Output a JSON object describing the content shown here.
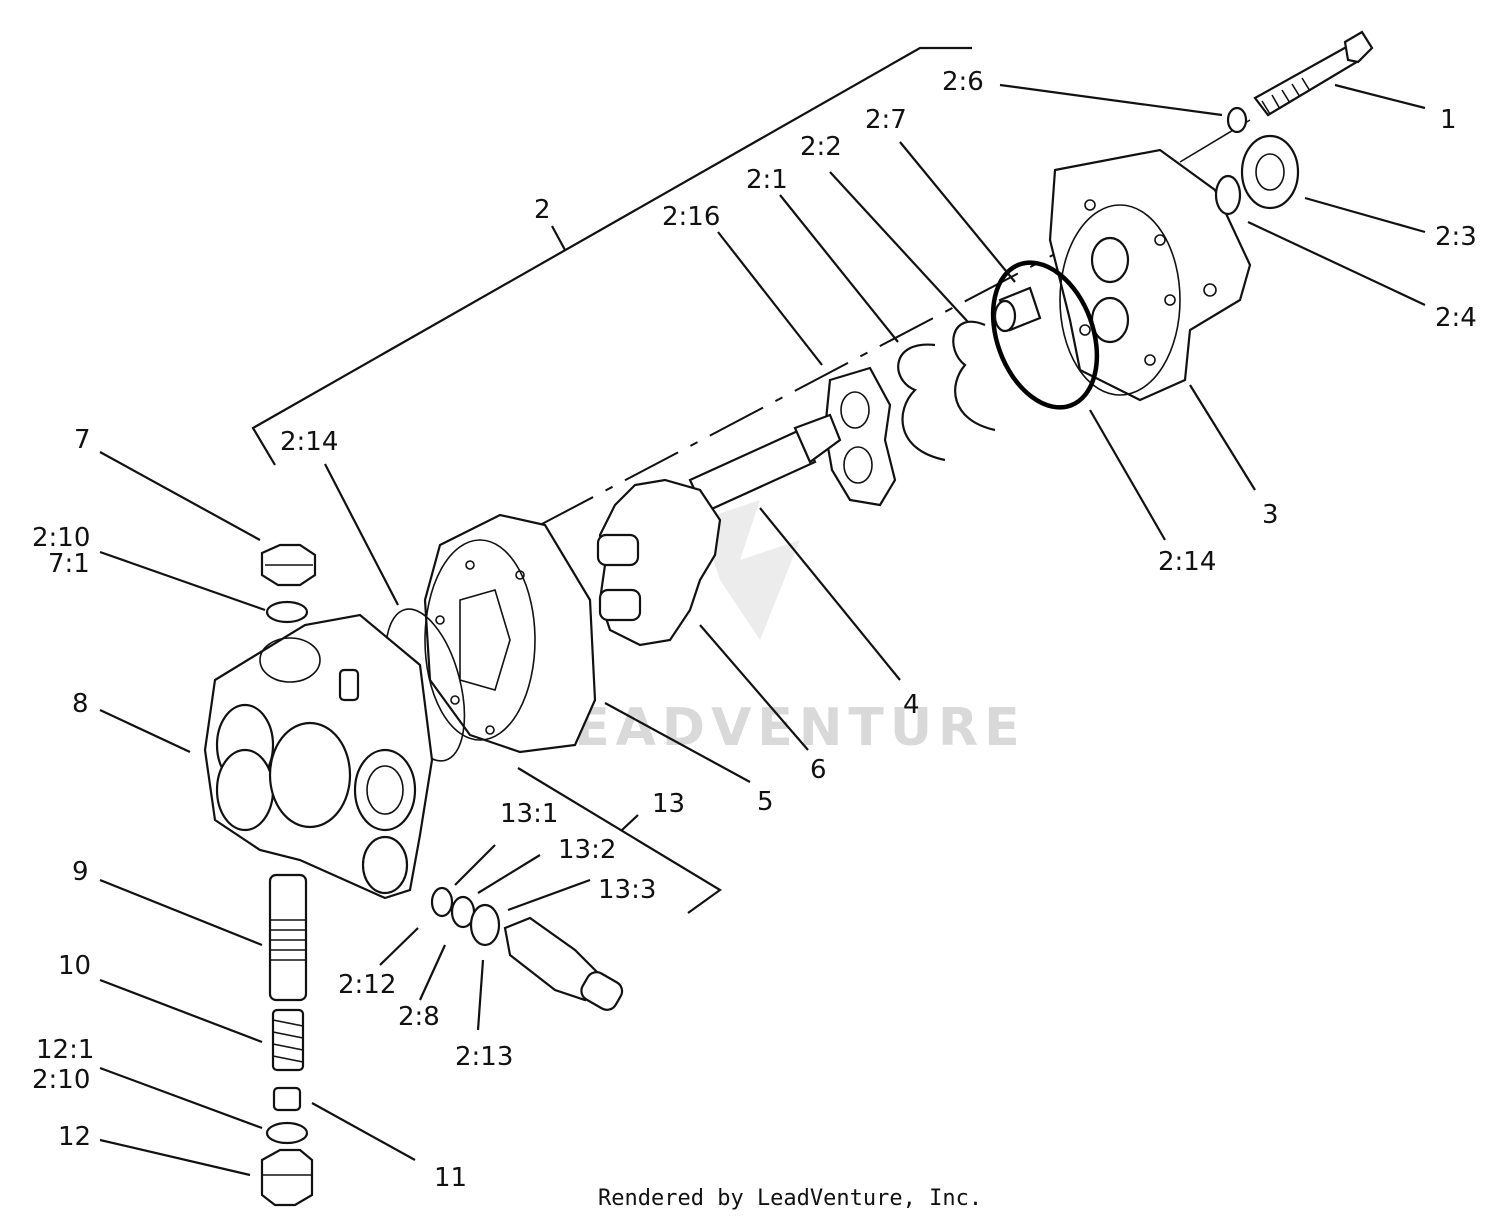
{
  "labels": {
    "l1": "1",
    "l2": "2",
    "l3": "3",
    "l4": "4",
    "l5": "5",
    "l6": "6",
    "l7": "7",
    "l8": "8",
    "l9": "9",
    "l10": "10",
    "l11": "11",
    "l12": "12",
    "l13": "13",
    "l2_1": "2:1",
    "l2_2": "2:2",
    "l2_3": "2:3",
    "l2_4": "2:4",
    "l2_6": "2:6",
    "l2_7": "2:7",
    "l2_8": "2:8",
    "l2_10a": "2:10",
    "l7_1": "7:1",
    "l2_10b": "2:10",
    "l12_1": "12:1",
    "l2_12": "2:12",
    "l2_13": "2:13",
    "l2_14a": "2:14",
    "l2_14b": "2:14",
    "l2_16": "2:16",
    "l13_1": "13:1",
    "l13_2": "13:2",
    "l13_3": "13:3"
  },
  "watermark": "LEADVENTURE",
  "footer": "Rendered by LeadVenture, Inc."
}
